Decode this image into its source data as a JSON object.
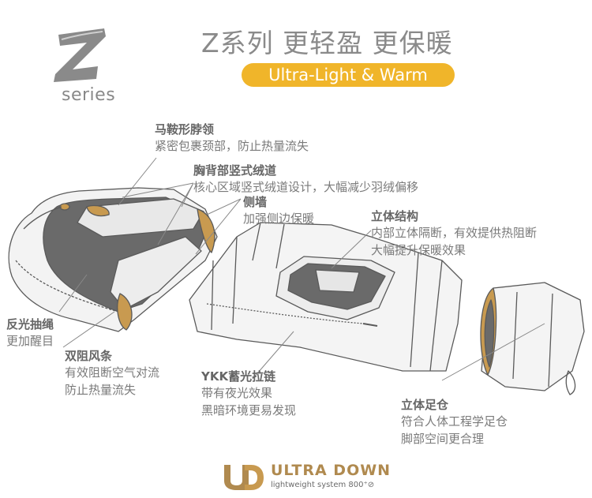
{
  "brand": {
    "z_mark": "Z",
    "series": "series",
    "headline": "Z系列 更轻盈 更保暖",
    "tagline": "Ultra-Light & Warm"
  },
  "callouts": [
    {
      "title": "马鞍形脖领",
      "lines": [
        "紧密包裹颈部，防止热量流失"
      ]
    },
    {
      "title": "胸背部竖式绒道",
      "lines": [
        "核心区域竖式绒道设计，大幅减少羽绒偏移"
      ]
    },
    {
      "title": "侧墙",
      "lines": [
        "加强侧边保暖"
      ]
    },
    {
      "title": "立体结构",
      "lines": [
        "内部立体隔断，有效提供热阻断",
        "大幅提升保暖效果"
      ]
    },
    {
      "title": "反光抽绳",
      "lines": [
        "更加醒目"
      ]
    },
    {
      "title": "双阻风条",
      "lines": [
        "有效阻断空气对流",
        "防止热量流失"
      ]
    },
    {
      "title": "YKK蓄光拉链",
      "lines": [
        "带有夜光效果",
        "黑暗环境更易发现"
      ]
    },
    {
      "title": "立体足仓",
      "lines": [
        "符合人体工程学足仓",
        "脚部空间更合理"
      ]
    }
  ],
  "footer": {
    "logo_icon": "ud-monogram-icon",
    "name": "ULTRA DOWN",
    "tagline": "lightweight system  800⁺⊘"
  },
  "colors": {
    "accent": "#f0b52a",
    "insulation": "#c89a50",
    "shell": "#f2f2f2",
    "inner": "#6a6a6a",
    "outline": "#5a5a5a"
  }
}
